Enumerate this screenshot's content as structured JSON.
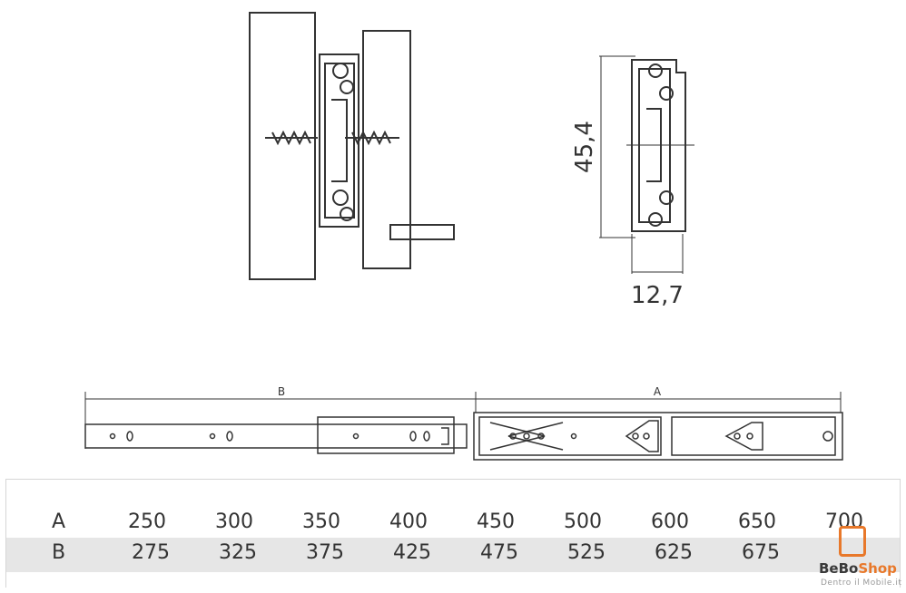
{
  "dimensions": {
    "height_label": "45,4",
    "width_label": "12,7",
    "length_b_label": "B",
    "length_a_label": "A"
  },
  "table": {
    "row_a": {
      "label": "A",
      "values": [
        "250",
        "300",
        "350",
        "400",
        "450",
        "500",
        "600",
        "650",
        "700"
      ]
    },
    "row_b": {
      "label": "B",
      "values": [
        "275",
        "325",
        "375",
        "425",
        "475",
        "525",
        "625",
        "675"
      ]
    }
  },
  "logo": {
    "name_part1": "BeBo",
    "name_part2": "Shop",
    "tagline": "Dentro il Mobile.it",
    "accent_color": "#e8782a"
  }
}
